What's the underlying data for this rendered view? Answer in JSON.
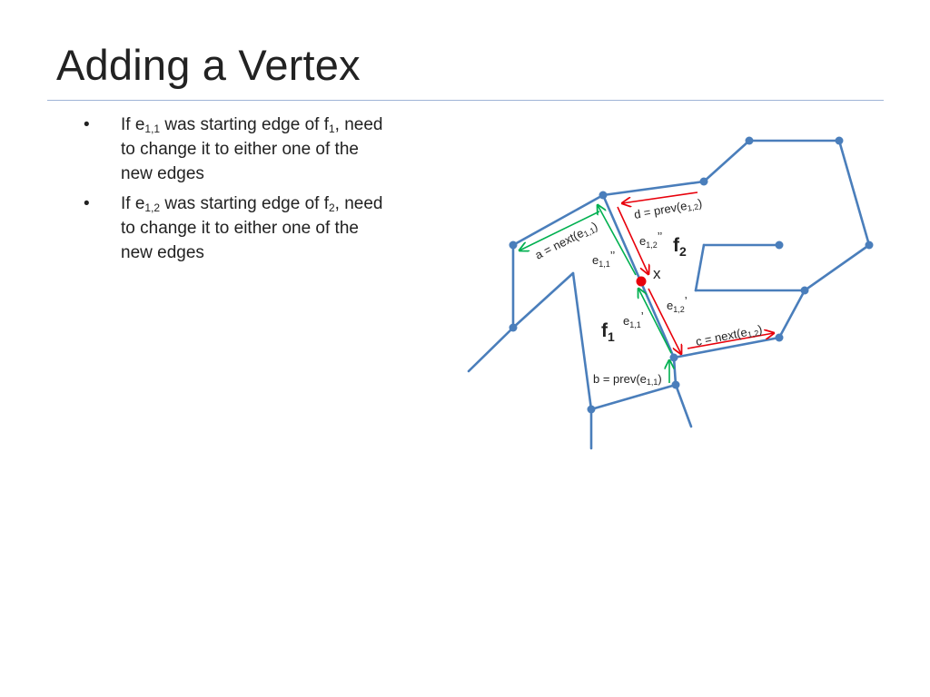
{
  "slide": {
    "title": "Adding a Vertex",
    "bullet_glyph": "•",
    "bullets": [
      {
        "prefix": "If e",
        "sub1": "1,1",
        "middle": " was starting edge of f",
        "sub2": "1",
        "line1_end": ",",
        "rest": "need to change it to either one of the new edges"
      },
      {
        "prefix": "If e",
        "sub1": "1,2",
        "middle": " was starting edge of f",
        "sub2": "2",
        "line1_end": ",",
        "rest": "need to change it to either one of the new edges"
      }
    ]
  },
  "diagram": {
    "colors": {
      "edge": "#4a7ebb",
      "vertex": "#4a7ebb",
      "next": "#00b050",
      "prev": "#e8000b",
      "new_vertex": "#e8000b"
    },
    "labels": {
      "d_text": "d = prev(e",
      "d_sub": "1,2",
      "d_close": ")",
      "a_text": "a = next(e",
      "a_sub": "1,1",
      "a_close": ")",
      "e12pp_base": "e",
      "e12pp_sub": "1,2",
      "e12pp_mark": "’’",
      "f2_base": "f",
      "f2_sub": "2",
      "e11pp_base": "e",
      "e11pp_sub": "1,1",
      "e11pp_mark": "’’",
      "x_label": "x",
      "e12p_base": "e",
      "e12p_sub": "1,2",
      "e12p_mark": "’",
      "f1_base": "f",
      "f1_sub": "1",
      "e11p_base": "e",
      "e11p_sub": "1,1",
      "e11p_mark": "’",
      "c_text": "c = next(e",
      "c_sub": "1,2",
      "c_close": ")",
      "b_text": "b = prev(e",
      "b_sub": "1,1",
      "b_close": ")"
    }
  }
}
